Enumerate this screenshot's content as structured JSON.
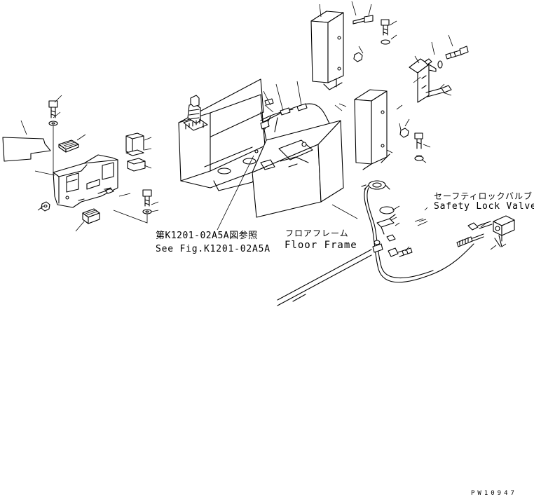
{
  "labels": {
    "reference_jp": "第K1201-02A5A図参照",
    "reference_en": "See Fig.K1201-02A5A",
    "floor_frame_jp": "フロアフレーム",
    "floor_frame_en": "Floor Frame",
    "safety_lock_valve_jp": "セーフティロックバルブ",
    "safety_lock_valve_en": "Safety Lock Valve",
    "drawing_code": "PW10947"
  }
}
